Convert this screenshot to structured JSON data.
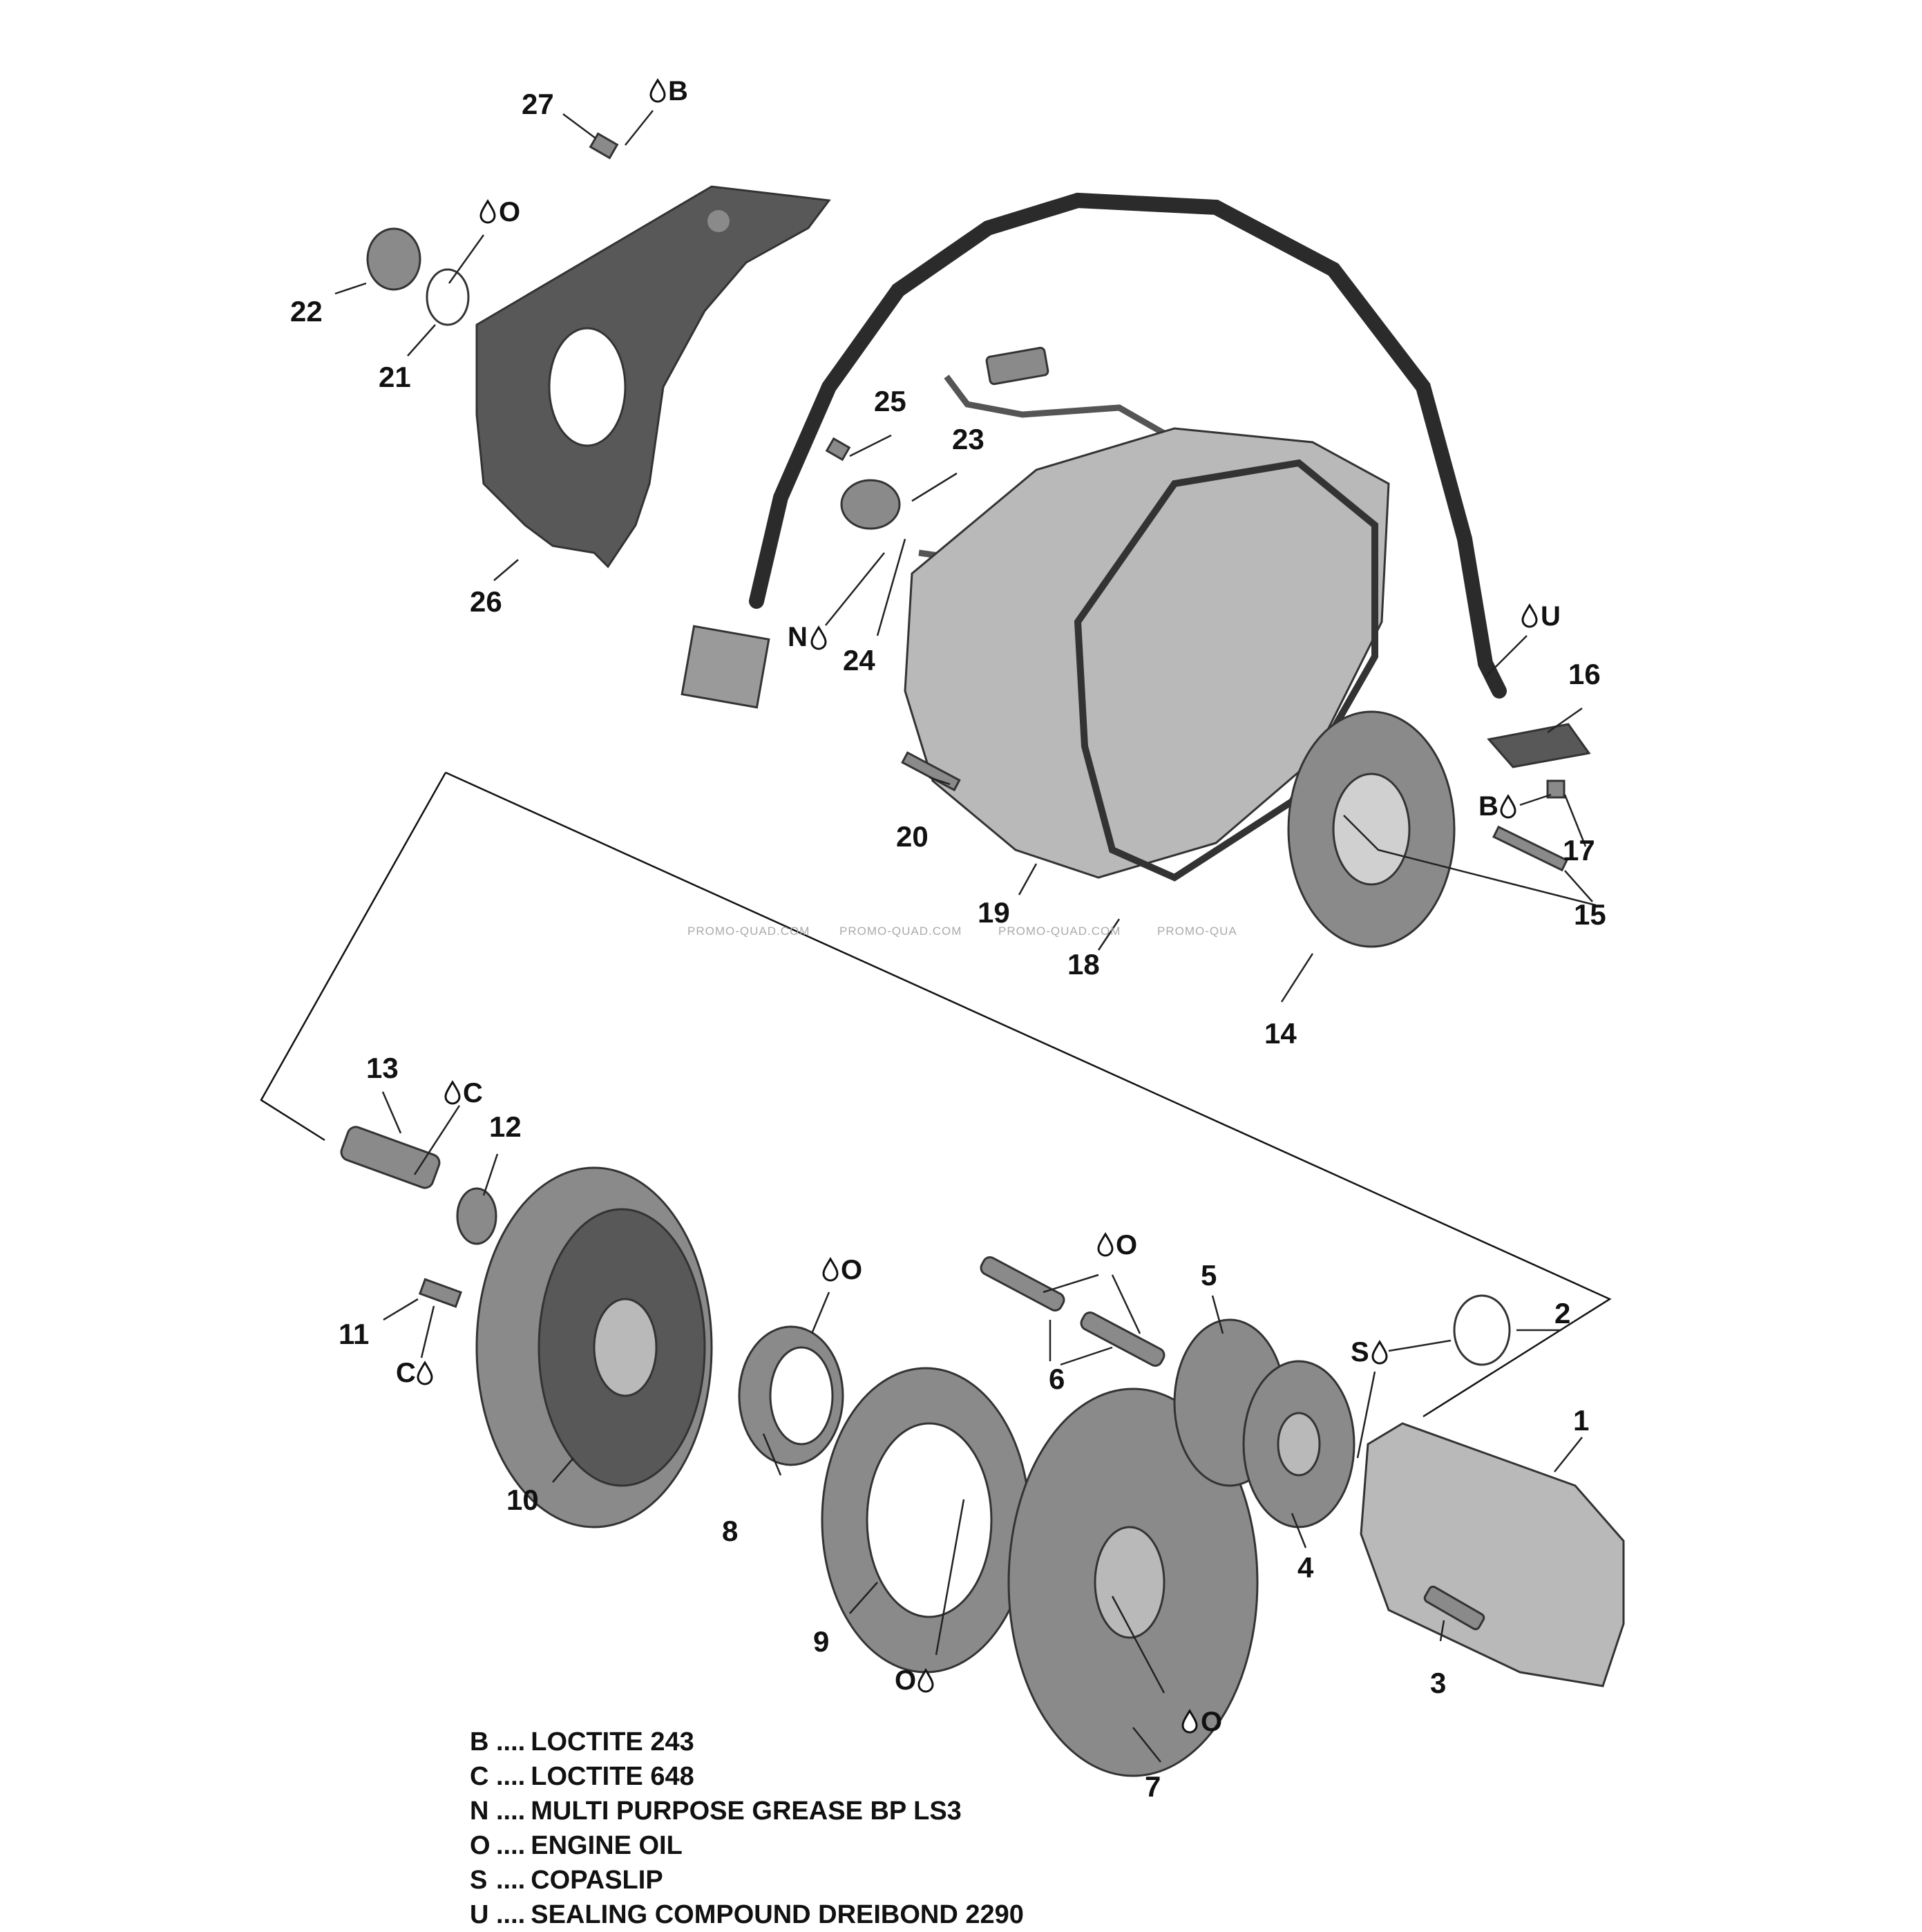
{
  "diagram": {
    "callouts": [
      "1",
      "2",
      "3",
      "4",
      "5",
      "6",
      "7",
      "8",
      "9",
      "10",
      "11",
      "12",
      "13",
      "14",
      "15",
      "16",
      "17",
      "18",
      "19",
      "20",
      "21",
      "22",
      "23",
      "24",
      "25",
      "26",
      "27"
    ],
    "symbols": {
      "B_27": "B",
      "O_21": "O",
      "U_16": "U",
      "N_24": "N",
      "B_17": "B",
      "C_13": "C",
      "C_11": "C",
      "O_8": "O",
      "O_6": "O",
      "S_1": "S",
      "O_9": "O",
      "O_7": "O"
    },
    "watermark": [
      "PROMO-QUAD.COM",
      "PROMO-QUAD.COM",
      "PROMO-QUAD.COM",
      "PROMO-QUA"
    ]
  },
  "legend": [
    {
      "key": "B",
      "dots": "....",
      "text": "LOCTITE 243"
    },
    {
      "key": "C",
      "dots": "....",
      "text": "LOCTITE 648"
    },
    {
      "key": "N",
      "dots": "....",
      "text": "MULTI PURPOSE GREASE BP LS3"
    },
    {
      "key": "O",
      "dots": "....",
      "text": "ENGINE OIL"
    },
    {
      "key": "S",
      "dots": "....",
      "text": "COPASLIP"
    },
    {
      "key": "U",
      "dots": "....",
      "text": "SEALING COMPOUND DREIBOND 2290"
    }
  ]
}
